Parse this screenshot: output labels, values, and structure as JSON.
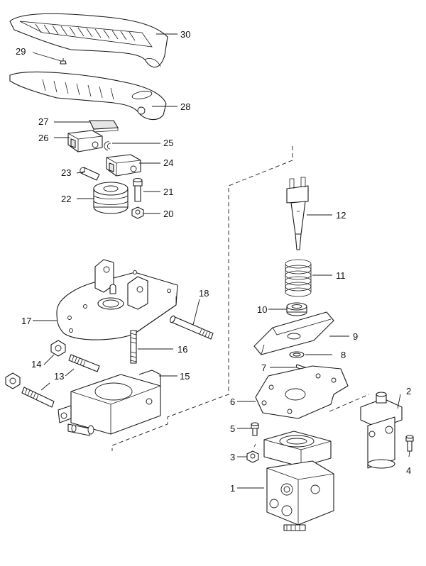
{
  "callouts": [
    {
      "id": "30",
      "text": "30"
    },
    {
      "id": "29",
      "text": "29"
    },
    {
      "id": "28",
      "text": "28"
    },
    {
      "id": "27",
      "text": "27"
    },
    {
      "id": "26",
      "text": "26"
    },
    {
      "id": "25",
      "text": "25"
    },
    {
      "id": "24",
      "text": "24"
    },
    {
      "id": "23",
      "text": "23"
    },
    {
      "id": "22",
      "text": "22"
    },
    {
      "id": "21",
      "text": "21"
    },
    {
      "id": "20",
      "text": "20"
    },
    {
      "id": "19",
      "text": "18"
    },
    {
      "id": "17",
      "text": "17"
    },
    {
      "id": "16",
      "text": "16"
    },
    {
      "id": "15",
      "text": "15"
    },
    {
      "id": "14",
      "text": "14"
    },
    {
      "id": "13",
      "text": "13"
    },
    {
      "id": "12",
      "text": "12"
    },
    {
      "id": "11",
      "text": "11"
    },
    {
      "id": "10",
      "text": "10"
    },
    {
      "id": "9",
      "text": "9"
    },
    {
      "id": "8",
      "text": "8"
    },
    {
      "id": "7",
      "text": "7"
    },
    {
      "id": "6",
      "text": "6"
    },
    {
      "id": "5",
      "text": "5"
    },
    {
      "id": "4",
      "text": "4"
    },
    {
      "id": "3",
      "text": "3"
    },
    {
      "id": "2",
      "text": "2"
    },
    {
      "id": "1",
      "text": "1"
    }
  ],
  "labels": {
    "n30": "30",
    "n29": "29",
    "n28": "28",
    "n27": "27",
    "n26": "26",
    "n25": "25",
    "n24": "24",
    "n23": "23",
    "n22": "22",
    "n21": "21",
    "n20": "20",
    "n18": "18",
    "n17": "17",
    "n16": "16",
    "n15": "15",
    "n14": "14",
    "n13": "13",
    "n12": "12",
    "n11": "11",
    "n10": "10",
    "n9": "9",
    "n8": "8",
    "n7": "7",
    "n6": "6",
    "n5": "5",
    "n4": "4",
    "n3": "3",
    "n2": "2",
    "n1": "1"
  }
}
